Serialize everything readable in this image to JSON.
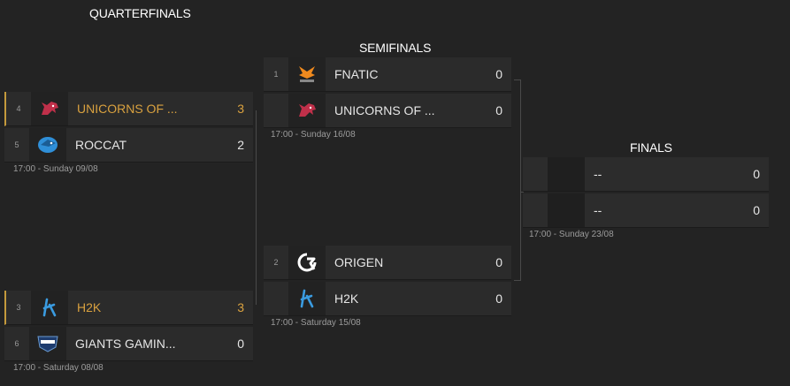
{
  "rounds": {
    "quarterfinals": "QUARTERFINALS",
    "semifinals": "SEMIFINALS",
    "finals": "FINALS"
  },
  "colors": {
    "winner": "#d9a13f",
    "text": "#e6e6e6",
    "background": "#232323"
  },
  "qf1": {
    "team1": {
      "seed": "4",
      "name": "UNICORNS OF ...",
      "score": "3",
      "icon": "unicorn-icon",
      "winner": true
    },
    "team2": {
      "seed": "5",
      "name": "ROCCAT",
      "score": "2",
      "icon": "roccat-icon"
    },
    "time": "17:00 - Sunday 09/08"
  },
  "qf2": {
    "team1": {
      "seed": "3",
      "name": "H2K",
      "score": "3",
      "icon": "h2k-icon",
      "winner": true
    },
    "team2": {
      "seed": "6",
      "name": "GIANTS GAMIN...",
      "score": "0",
      "icon": "giants-icon"
    },
    "time": "17:00 - Saturday 08/08"
  },
  "sf1": {
    "team1": {
      "seed": "1",
      "name": "FNATIC",
      "score": "0",
      "icon": "fnatic-icon"
    },
    "team2": {
      "seed": "",
      "name": "UNICORNS OF ...",
      "score": "0",
      "icon": "unicorn-icon"
    },
    "time": "17:00 - Sunday 16/08"
  },
  "sf2": {
    "team1": {
      "seed": "2",
      "name": "ORIGEN",
      "score": "0",
      "icon": "origen-icon"
    },
    "team2": {
      "seed": "",
      "name": "H2K",
      "score": "0",
      "icon": "h2k-icon"
    },
    "time": "17:00 - Saturday 15/08"
  },
  "final": {
    "team1": {
      "name": "--",
      "score": "0"
    },
    "team2": {
      "name": "--",
      "score": "0"
    },
    "time": "17:00 - Sunday 23/08"
  }
}
